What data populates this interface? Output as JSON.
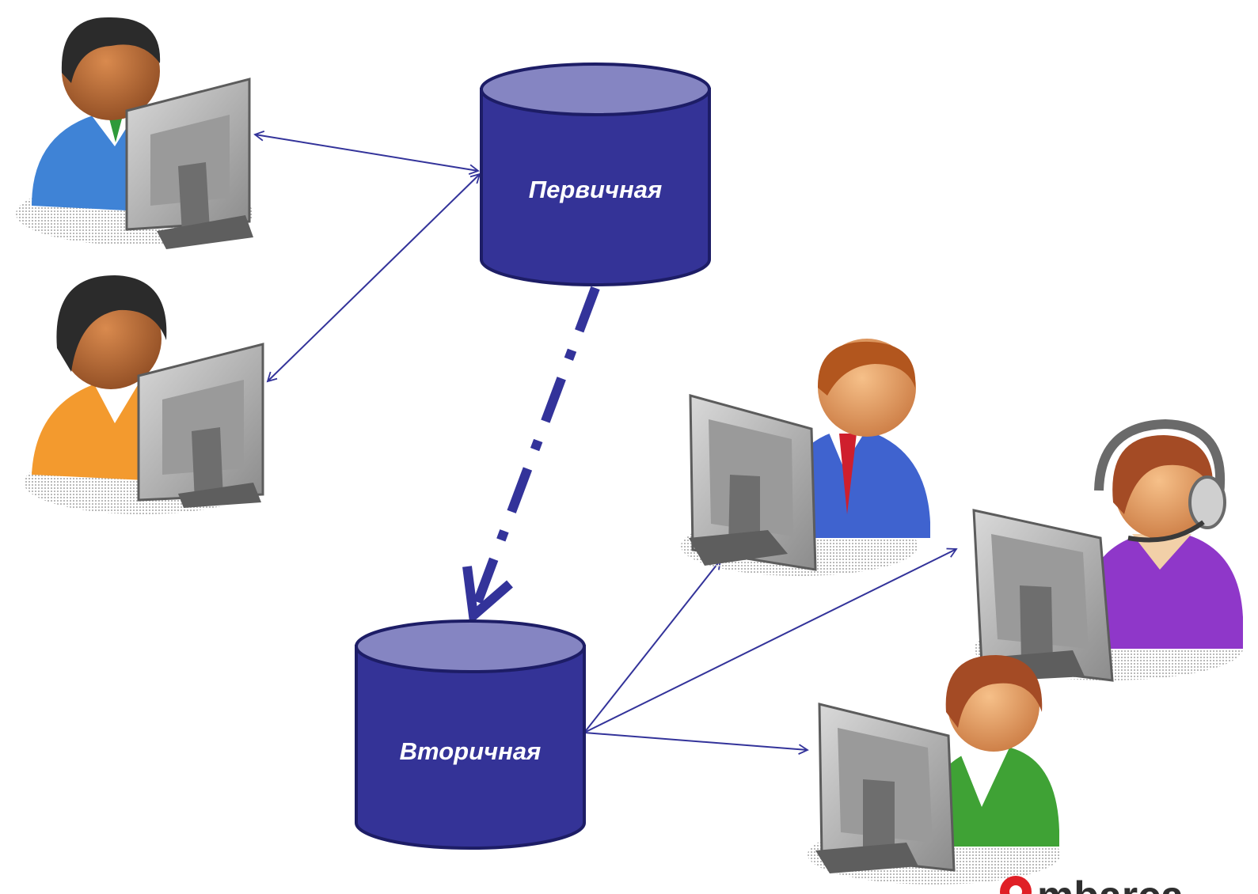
{
  "databases": {
    "primary": {
      "label": "Первичная"
    },
    "secondary": {
      "label": "Вторичная"
    }
  },
  "logo": {
    "text": "mbarca"
  },
  "colors": {
    "db_body": "#343397",
    "db_top": "#8585c2",
    "db_outline": "#1d1d66",
    "arrow": "#33339a",
    "replication_arrow": "#33339a",
    "logo_red": "#e01f26"
  },
  "users": [
    {
      "name": "user-blue-suit",
      "shirt": "#3f83d6",
      "hair": "#2b2b2b"
    },
    {
      "name": "user-orange-top",
      "shirt": "#f39a2e",
      "hair": "#2b2b2b"
    },
    {
      "name": "user-red-tie",
      "shirt": "#3f63cf",
      "hair": "#b2561e"
    },
    {
      "name": "user-headset",
      "shirt": "#8f37c9",
      "hair": "#a44b25"
    },
    {
      "name": "user-green-top",
      "shirt": "#3fa235",
      "hair": "#a44b25"
    }
  ]
}
